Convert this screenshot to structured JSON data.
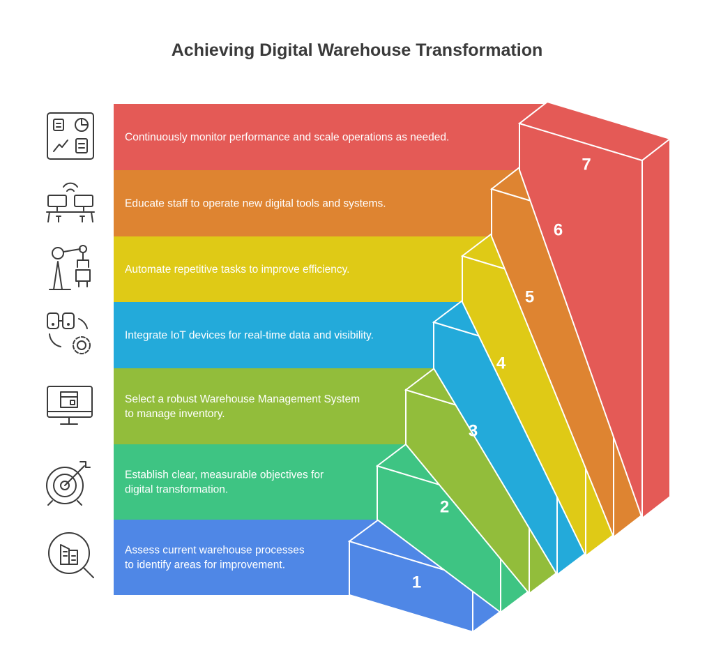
{
  "title": "Achieving Digital Warehouse Transformation",
  "steps": [
    {
      "number": "1",
      "lines": [
        "Assess current warehouse processes",
        "to identify areas for improvement."
      ],
      "color": "#4F87E6",
      "icon": "magnifier-building-icon"
    },
    {
      "number": "2",
      "lines": [
        "Establish clear, measurable objectives for",
        "digital transformation."
      ],
      "color": "#3EC483",
      "icon": "target-arrow-icon"
    },
    {
      "number": "3",
      "lines": [
        "Select a robust Warehouse Management System",
        "to manage inventory."
      ],
      "color": "#92BD3B",
      "icon": "monitor-box-icon"
    },
    {
      "number": "4",
      "lines": [
        "Integrate IoT devices for real-time data and visibility."
      ],
      "color": "#23AADA",
      "icon": "iot-devices-gear-icon"
    },
    {
      "number": "5",
      "lines": [
        "Automate repetitive tasks to improve efficiency."
      ],
      "color": "#DFCA16",
      "icon": "robot-arm-icon"
    },
    {
      "number": "6",
      "lines": [
        "Educate staff to operate new digital tools and systems."
      ],
      "color": "#DE8431",
      "icon": "workstations-training-icon"
    },
    {
      "number": "7",
      "lines": [
        "Continuously monitor performance and scale operations as needed."
      ],
      "color": "#E45A56",
      "icon": "dashboard-charts-icon"
    }
  ]
}
